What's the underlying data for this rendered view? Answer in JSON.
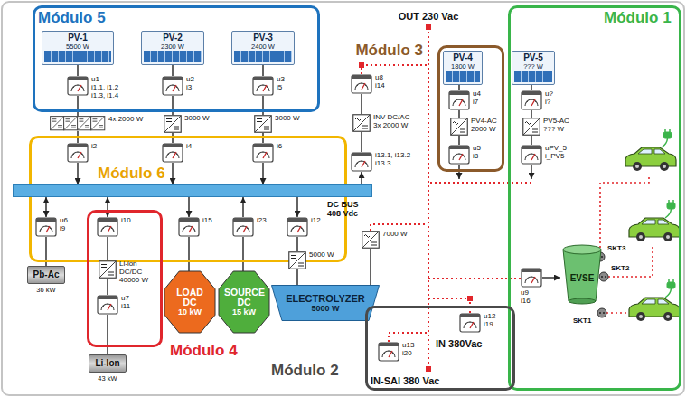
{
  "diagram": {
    "nodes": [
      {
        "text": [
          "Módulo 5"
        ]
      },
      {
        "text": [
          "PV-1",
          "5500 W"
        ],
        "in": 0
      },
      {
        "text": [
          "PV-2",
          "2300 W"
        ],
        "in": 0
      },
      {
        "text": [
          "PV-3",
          "2400 W"
        ],
        "in": 0
      },
      {
        "text": [
          "u1",
          "i1.1, i1.2 i1.3, i1.4"
        ],
        "in": 0
      },
      {
        "text": [
          "u2",
          "i3"
        ],
        "in": 0
      },
      {
        "text": [
          "u3",
          "i5"
        ],
        "in": 0
      },
      {
        "text": [
          "4x 2000 W"
        ]
      },
      {
        "text": [
          "3000 W"
        ]
      },
      {
        "text": [
          "3000 W"
        ]
      },
      {
        "text": [
          "Módulo 6"
        ]
      },
      {
        "text": [
          "i2"
        ],
        "in": 10
      },
      {
        "text": [
          "i4"
        ],
        "in": 10
      },
      {
        "text": [
          "i6"
        ],
        "in": 10
      },
      {
        "text": [
          "DC BUS 408 Vdc"
        ]
      },
      {
        "text": [
          "u6",
          "i9"
        ],
        "in": 10
      },
      {
        "text": [
          "i15"
        ],
        "in": 10
      },
      {
        "text": [
          "i23"
        ],
        "in": 10
      },
      {
        "text": [
          "i12"
        ],
        "in": 10
      },
      {
        "text": [
          "Pb-Ac",
          "36 kW"
        ]
      },
      {
        "text": [
          "Módulo 4"
        ]
      },
      {
        "text": [
          "i10"
        ],
        "in": 20
      },
      {
        "text": [
          "Li-ion DC/DC 40000 W"
        ],
        "in": 20
      },
      {
        "text": [
          "u7",
          "i11"
        ],
        "in": 20
      },
      {
        "text": [
          "Li-Ion",
          "43 kW"
        ]
      },
      {
        "text": [
          "LOAD DC",
          "10 kW"
        ]
      },
      {
        "text": [
          "SOURCE DC",
          "15 kW"
        ]
      },
      {
        "text": [
          "5000 W"
        ]
      },
      {
        "text": [
          "ELECTROLYZER",
          "5000 W"
        ]
      },
      {
        "text": [
          "7000 W"
        ]
      },
      {
        "text": [
          "u8",
          "i14"
        ]
      },
      {
        "text": [
          "INV DC/AC",
          "3x 2000 W"
        ]
      },
      {
        "text": [
          "i13.1, i13.2 i13.3"
        ]
      },
      {
        "text": [
          "Módulo 3"
        ]
      },
      {
        "text": [
          "PV-4",
          "1800 W"
        ],
        "in": 33
      },
      {
        "text": [
          "u4",
          "i7"
        ],
        "in": 33
      },
      {
        "text": [
          "PV4-AC",
          "2000 W"
        ],
        "in": 33
      },
      {
        "text": [
          "u5",
          "i8"
        ],
        "in": 33
      },
      {
        "text": [
          "Módulo 1"
        ]
      },
      {
        "text": [
          "PV-5",
          "??? W"
        ],
        "in": 38
      },
      {
        "text": [
          "u?",
          "i?"
        ],
        "in": 38
      },
      {
        "text": [
          "PV5-AC",
          "??? W"
        ],
        "in": 38
      },
      {
        "text": [
          "uPV_5",
          "i_PV5"
        ],
        "in": 38
      },
      {
        "text": [
          "EVSE"
        ],
        "in": 38
      },
      {
        "text": [
          "u9",
          "i16"
        ],
        "in": 38
      },
      {
        "text": [
          "Módulo 2"
        ]
      },
      {
        "text": [
          "u13",
          "i20"
        ],
        "in": 45
      },
      {
        "text": [
          "u12",
          "i19"
        ],
        "in": 45
      }
    ],
    "edges": [
      {
        "from": 1,
        "to": 4,
        "arrow": "none"
      },
      {
        "from": 4,
        "to": 7,
        "arrow": "none"
      },
      {
        "from": 7,
        "to": 11,
        "arrow": "none"
      },
      {
        "from": 11,
        "to": 14,
        "arrow": "to"
      },
      {
        "from": 2,
        "to": 5,
        "arrow": "none"
      },
      {
        "from": 5,
        "to": 8,
        "arrow": "none"
      },
      {
        "from": 8,
        "to": 12,
        "arrow": "none"
      },
      {
        "from": 12,
        "to": 14,
        "arrow": "to"
      },
      {
        "from": 3,
        "to": 6,
        "arrow": "none"
      },
      {
        "from": 6,
        "to": 9,
        "arrow": "none"
      },
      {
        "from": 9,
        "to": 13,
        "arrow": "none"
      },
      {
        "from": 13,
        "to": 14,
        "arrow": "to"
      },
      {
        "from": 14,
        "to": 15,
        "arrow": "both"
      },
      {
        "from": 15,
        "to": 19,
        "arrow": "none"
      },
      {
        "from": 14,
        "to": 21,
        "arrow": "both"
      },
      {
        "from": 21,
        "to": 22,
        "arrow": "none"
      },
      {
        "from": 22,
        "to": 23,
        "arrow": "none"
      },
      {
        "from": 23,
        "to": 24,
        "arrow": "none"
      },
      {
        "from": 14,
        "to": 16,
        "arrow": "to"
      },
      {
        "from": 16,
        "to": 25,
        "arrow": "none"
      },
      {
        "from": 26,
        "to": 17,
        "arrow": "none"
      },
      {
        "from": 17,
        "to": 14,
        "arrow": "to"
      },
      {
        "from": 14,
        "to": 18,
        "arrow": "to"
      },
      {
        "from": 18,
        "to": 27,
        "arrow": "none"
      },
      {
        "from": 27,
        "to": 28,
        "arrow": "none"
      },
      {
        "from": 29,
        "to": 28,
        "arrow": "none"
      },
      {
        "from": 14,
        "to": 32,
        "arrow": "to"
      },
      {
        "from": 32,
        "to": 31,
        "arrow": "none"
      },
      {
        "from": 31,
        "to": 30,
        "arrow": "none"
      },
      {
        "from": 34,
        "to": 35,
        "arrow": "none"
      },
      {
        "from": 35,
        "to": 36,
        "arrow": "none"
      },
      {
        "from": 36,
        "to": 37,
        "arrow": "none"
      },
      {
        "from": 39,
        "to": 40,
        "arrow": "none"
      },
      {
        "from": 40,
        "to": 41,
        "arrow": "none"
      },
      {
        "from": 41,
        "to": 42,
        "arrow": "none"
      },
      {
        "from": 44,
        "to": 43,
        "arrow": "to"
      }
    ],
    "labels": [
      "OUT 230 Vac",
      "SKT3",
      "SKT2",
      "SKT1",
      "IN 380Vac",
      "IN-SAI 380 Vac"
    ]
  }
}
